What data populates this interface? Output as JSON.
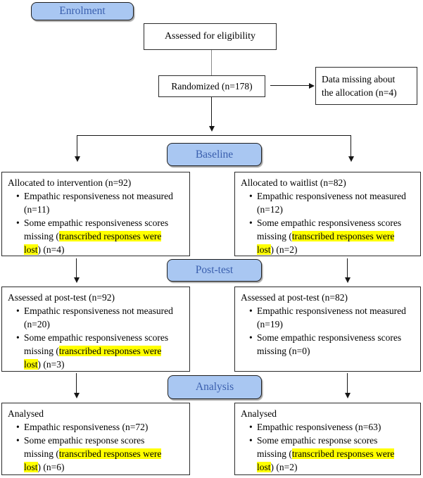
{
  "stages": {
    "enrolment": "Enrolment",
    "baseline": "Baseline",
    "posttest": "Post-test",
    "analysis": "Analysis"
  },
  "top": {
    "eligibility": "Assessed for eligibility",
    "randomized": "Randomized (n=178)",
    "data_missing": "Data missing about\nthe allocation (n=4)"
  },
  "bullet_glyph": "•",
  "boxes": {
    "alloc_left": {
      "title": "Allocated to intervention (n=92)",
      "bullets": [
        {
          "pre": "Empathic responsiveness not measured\n(n=11)"
        },
        {
          "pre": "Some empathic responsiveness scores\nmissing (",
          "hl": "transcribed responses were\nlost",
          "post": ") (n=4)"
        }
      ]
    },
    "alloc_right": {
      "title": "Allocated to waitlist (n=82)",
      "bullets": [
        {
          "pre": "Empathic responsiveness not measured\n(n=12)"
        },
        {
          "pre": "Some empathic responsiveness scores\nmissing (",
          "hl": "transcribed responses were\nlost",
          "post": ") (n=2)"
        }
      ]
    },
    "post_left": {
      "title": "Assessed at post-test (n=92)",
      "bullets": [
        {
          "pre": "Empathic responsiveness not measured\n(n=20)"
        },
        {
          "pre": "Some empathic responsiveness scores\nmissing (",
          "hl": "transcribed responses were\nlost",
          "post": ") (n=3)"
        }
      ]
    },
    "post_right": {
      "title": "Assessed at post-test (n=82)",
      "bullets": [
        {
          "pre": "Empathic responsiveness not measured\n(n=19)"
        },
        {
          "pre": "Some empathic responsiveness scores\nmissing (n=0)"
        }
      ]
    },
    "ana_left": {
      "title": "Analysed",
      "bullets": [
        {
          "pre": "Empathic responsiveness (n=72)"
        },
        {
          "pre": "Some empathic response scores\nmissing (",
          "hl": "transcribed responses were\nlost",
          "post": ") (n=6)"
        }
      ]
    },
    "ana_right": {
      "title": "Analysed",
      "bullets": [
        {
          "pre": "Empathic responsiveness (n=63)"
        },
        {
          "pre": "Some empathic response scores\nmissing (",
          "hl": "transcribed responses were\nlost",
          "post": ") (n=2)"
        }
      ]
    }
  },
  "colors": {
    "stage_fill": "#a9c7f2",
    "stage_text": "#3a5fae",
    "stage_border": "#1e1e1e",
    "box_border": "#2b2b2b",
    "highlight": "#ffff00",
    "connector_gray": "#8a8a8a",
    "connector_black": "#161616"
  }
}
